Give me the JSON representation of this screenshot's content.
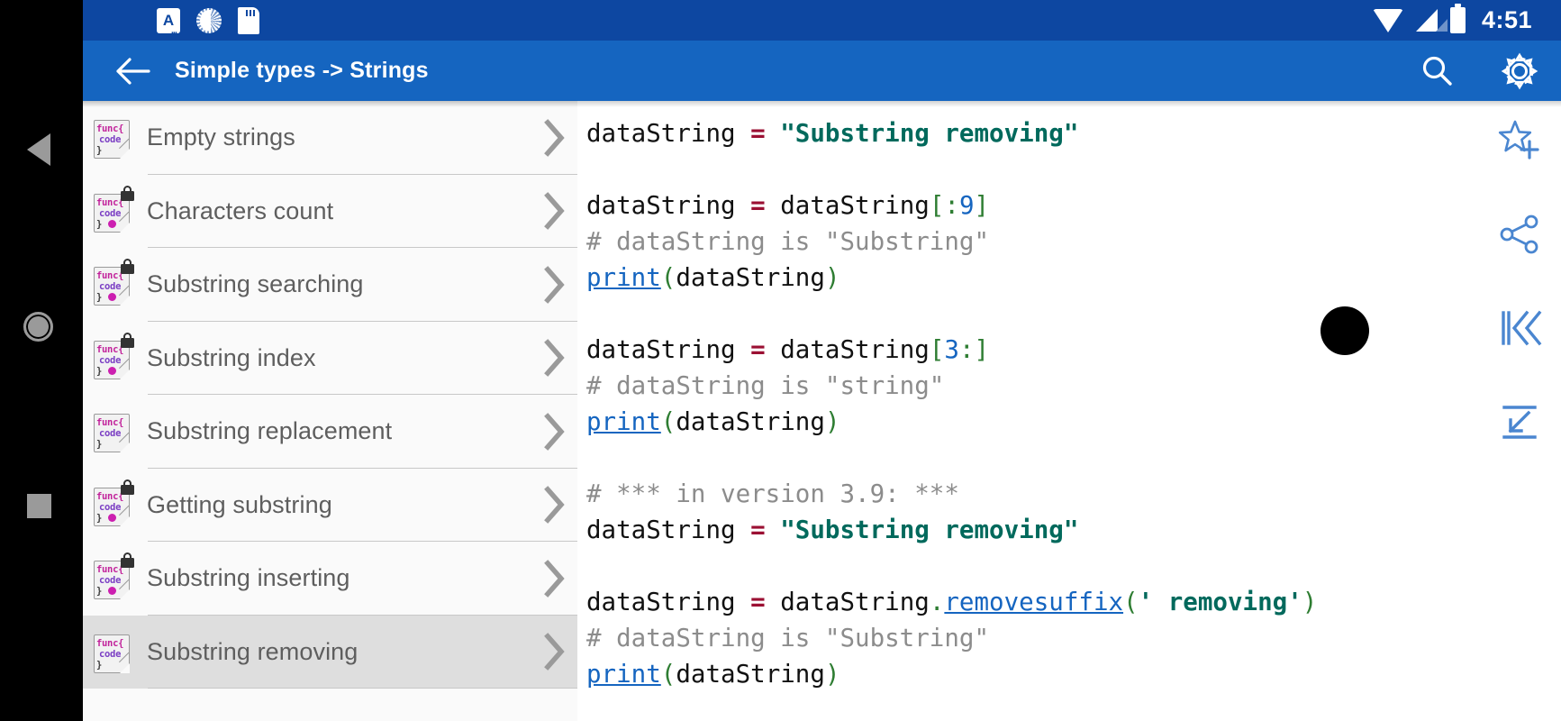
{
  "statusbar": {
    "time": "4:51",
    "left_icons": [
      {
        "name": "app-notification-icon",
        "glyph": "A"
      },
      {
        "name": "sync-icon",
        "glyph": ""
      },
      {
        "name": "sd-card-icon",
        "glyph": ""
      }
    ],
    "right_icons": [
      "wifi-icon",
      "signal-icon",
      "battery-icon"
    ],
    "bg": "#0d47a1"
  },
  "toolbar": {
    "title": "Simple types -> Strings",
    "back_icon": "back-arrow-icon",
    "search_icon": "search-icon",
    "settings_icon": "gear-icon",
    "bg": "#1565c0"
  },
  "sidebar": {
    "items": [
      {
        "label": "Empty strings",
        "locked": false,
        "dot": false,
        "selected": false
      },
      {
        "label": "Characters count",
        "locked": true,
        "dot": true,
        "selected": false
      },
      {
        "label": "Substring searching",
        "locked": true,
        "dot": true,
        "selected": false
      },
      {
        "label": "Substring index",
        "locked": true,
        "dot": true,
        "selected": false
      },
      {
        "label": "Substring replacement",
        "locked": false,
        "dot": false,
        "selected": false
      },
      {
        "label": "Getting substring",
        "locked": true,
        "dot": true,
        "selected": false
      },
      {
        "label": "Substring inserting",
        "locked": true,
        "dot": true,
        "selected": false
      },
      {
        "label": "Substring removing",
        "locked": false,
        "dot": false,
        "selected": true
      }
    ],
    "icon_text": {
      "line1": "func{",
      "line2": "code",
      "line3": "}"
    },
    "chevron_icon": "chevron-right-icon"
  },
  "code": {
    "language": "python",
    "lines": [
      {
        "type": "code",
        "text": "dataString = \"Substring removing\""
      },
      {
        "type": "blank",
        "text": ""
      },
      {
        "type": "code",
        "text": "dataString = dataString[:9]"
      },
      {
        "type": "comment",
        "text": "# dataString is \"Substring\""
      },
      {
        "type": "code",
        "text": "print(dataString)"
      },
      {
        "type": "blank",
        "text": ""
      },
      {
        "type": "code",
        "text": "dataString = dataString[3:]"
      },
      {
        "type": "comment",
        "text": "# dataString is \"string\""
      },
      {
        "type": "code",
        "text": "print(dataString)"
      },
      {
        "type": "blank",
        "text": ""
      },
      {
        "type": "comment",
        "text": "# *** in version 3.9: ***"
      },
      {
        "type": "code",
        "text": "dataString = \"Substring removing\""
      },
      {
        "type": "blank",
        "text": ""
      },
      {
        "type": "code",
        "text": "dataString = dataString.removesuffix(' removing')"
      },
      {
        "type": "comment",
        "text": "# dataString is \"Substring\""
      },
      {
        "type": "code",
        "text": "print(dataString)"
      }
    ],
    "links": [
      "print",
      "removesuffix"
    ],
    "colors": {
      "operator": "#9b1033",
      "string": "#00695c",
      "comment": "#8c8c8c",
      "number": "#1565c0",
      "bracket": "#2e7d32",
      "link": "#1565c0",
      "text": "#111111"
    }
  },
  "rail": {
    "icons": [
      {
        "name": "add-to-favorites-icon",
        "label": "star-plus"
      },
      {
        "name": "share-icon",
        "label": "share"
      },
      {
        "name": "skip-to-start-icon",
        "label": "skip-previous"
      },
      {
        "name": "collapse-download-icon",
        "label": "collapse"
      }
    ],
    "accent": "#4a86d0"
  },
  "android_nav": {
    "back": "nav-back-icon",
    "home": "nav-home-icon",
    "recents": "nav-recents-icon"
  }
}
